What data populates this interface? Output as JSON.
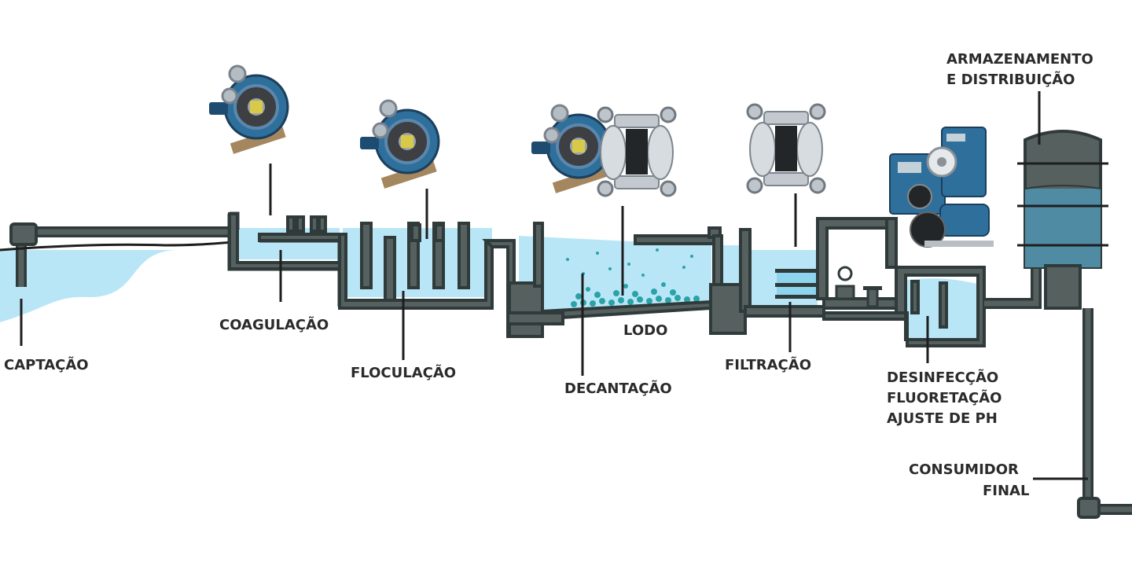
{
  "stages": {
    "captacao": "CAPTAÇÃO",
    "coagulacao": "COAGULAÇÃO",
    "floculacao": "FLOCULAÇÃO",
    "decantacao": "DECANTAÇÃO",
    "lodo": "LODO",
    "filtracao": "FILTRAÇÃO",
    "desinfeccao_1": "DESINFECÇÃO",
    "desinfeccao_2": "FLUORETAÇÃO",
    "desinfeccao_3": "AJUSTE DE PH",
    "armazenamento_1": "ARMAZENAMENTO",
    "armazenamento_2": "E DISTRIBUIÇÃO",
    "consumidor_1": "CONSUMIDOR",
    "consumidor_2": "FINAL"
  },
  "equipment_icons": [
    "peristaltic-pump-icon",
    "diaphragm-pump-icon",
    "dosing-pump-icon",
    "centrifugal-pump-icon"
  ],
  "colors": {
    "wall": "#2f3a3a",
    "wall_fill": "#56605f",
    "water": "#b9e6f6",
    "water_deep": "#8fd4ee",
    "sludge": "#2aa3a8",
    "pump_blue": "#2f6f9c",
    "pump_metal": "#c9ced3"
  }
}
